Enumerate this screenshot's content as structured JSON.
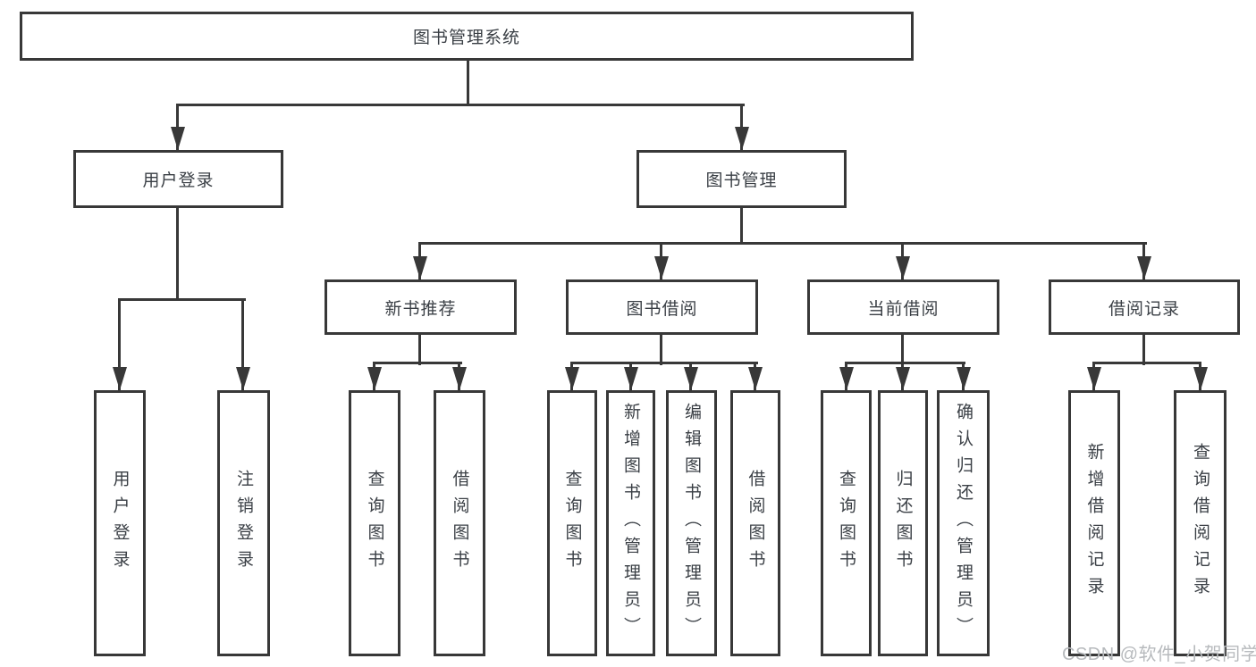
{
  "tree": {
    "root": {
      "label": "图书管理系统",
      "children": [
        {
          "label": "用户登录",
          "children": [
            {
              "label": "用户登录"
            },
            {
              "label": "注销登录"
            }
          ]
        },
        {
          "label": "图书管理",
          "children": [
            {
              "label": "新书推荐",
              "children": [
                {
                  "label": "查询图书"
                },
                {
                  "label": "借阅图书"
                }
              ]
            },
            {
              "label": "图书借阅",
              "children": [
                {
                  "label": "查询图书"
                },
                {
                  "label": "新增图书（管理员）"
                },
                {
                  "label": "编辑图书（管理员）"
                },
                {
                  "label": "借阅图书"
                }
              ]
            },
            {
              "label": "当前借阅",
              "children": [
                {
                  "label": "查询图书"
                },
                {
                  "label": "归还图书"
                },
                {
                  "label": "确认归还（管理员）"
                }
              ]
            },
            {
              "label": "借阅记录",
              "children": [
                {
                  "label": "新增借阅记录"
                },
                {
                  "label": "查询借阅记录"
                }
              ]
            }
          ]
        }
      ]
    }
  },
  "watermark": {
    "text": "CSDN @软件_小贺同学"
  },
  "colors": {
    "line": "#383838",
    "box_border": "#383838",
    "text": "#3a3f45",
    "watermark": "#b7babd",
    "background": "#ffffff"
  }
}
